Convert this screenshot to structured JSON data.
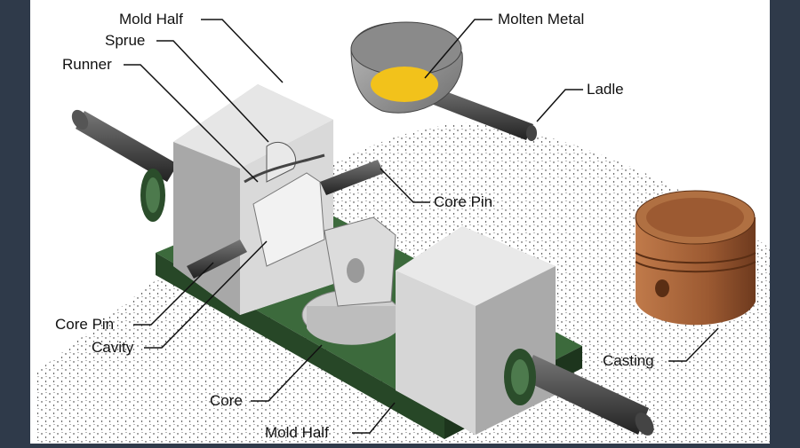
{
  "diagram": {
    "labels": {
      "mold_half_top": "Mold Half",
      "sprue": "Sprue",
      "runner": "Runner",
      "molten_metal": "Molten Metal",
      "ladle": "Ladle",
      "core_pin_right": "Core Pin",
      "core_pin_left": "Core Pin",
      "cavity": "Cavity",
      "core": "Core",
      "mold_half_bottom": "Mold Half",
      "casting": "Casting"
    },
    "colors": {
      "frame_background": "#2f3a4a",
      "canvas": "#ffffff",
      "mold": "#d8d8d8",
      "base": "#2f5230",
      "molten_metal": "#f2c21b",
      "casting": "#9c5a32",
      "rod": "#3a3a3a"
    }
  }
}
